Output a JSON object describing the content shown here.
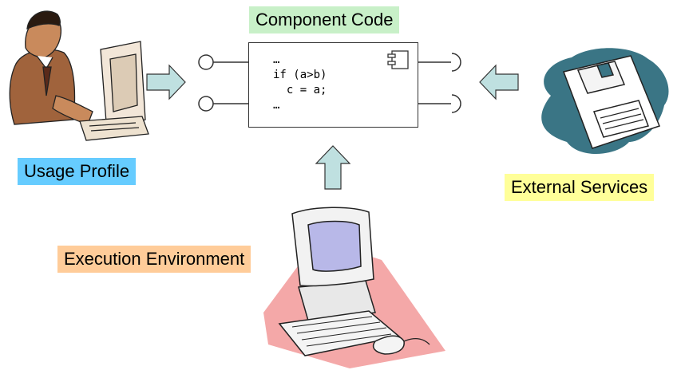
{
  "labels": {
    "component_code": "Component Code",
    "usage_profile": "Usage Profile",
    "external_services": "External Services",
    "execution_environment": "Execution Environment"
  },
  "code": {
    "lines": [
      "…",
      "if (a>b)",
      "  c = a;",
      "…"
    ]
  },
  "colors": {
    "component_label_bg": "#c8f0c8",
    "usage_label_bg": "#66ccff",
    "external_label_bg": "#ffff99",
    "execution_label_bg": "#ffcc99",
    "arrow_fill": "#bfe0e0",
    "disk": "#3a7585",
    "desk_shadow": "#f4a8a8"
  },
  "icons": {
    "usage_profile": "person-at-computer-icon",
    "external_services": "floppy-disk-icon",
    "execution_environment": "desktop-computer-icon",
    "component": "uml-component-icon"
  }
}
